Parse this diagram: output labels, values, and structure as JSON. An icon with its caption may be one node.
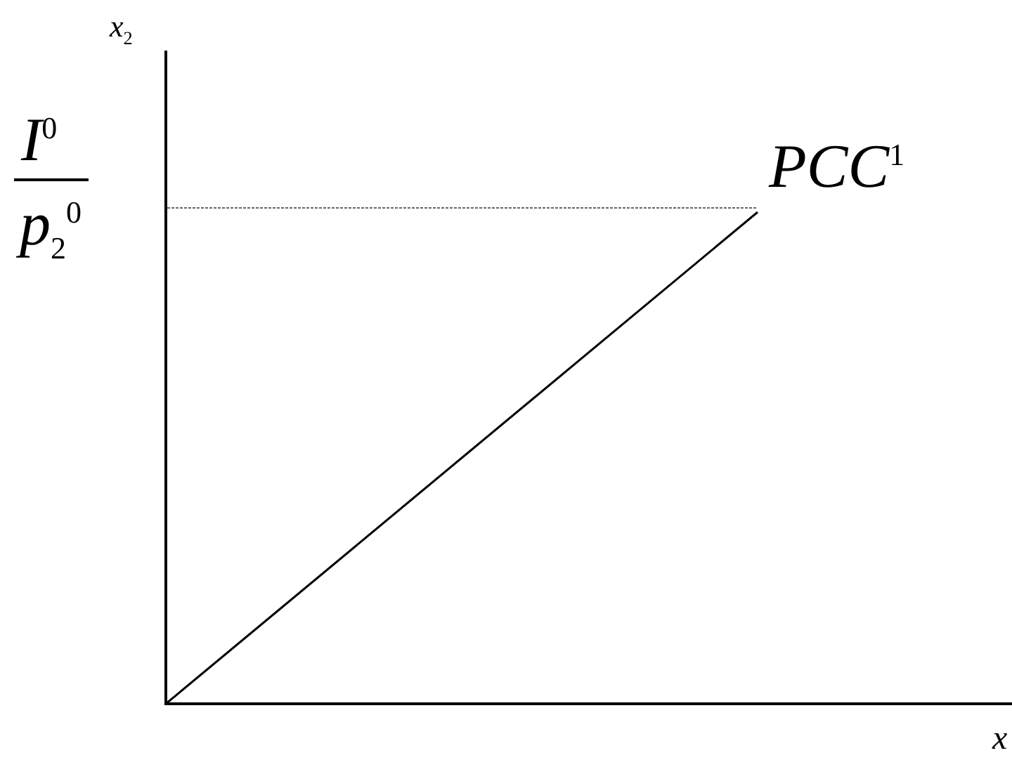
{
  "diagram": {
    "labels": [
      "*x*$_{2}$",
      "*I*$^{0}$",
      "*p*$_{2}$$^{0}$",
      "*PCC*$^{1}$",
      "*x*"
    ]
  }
}
